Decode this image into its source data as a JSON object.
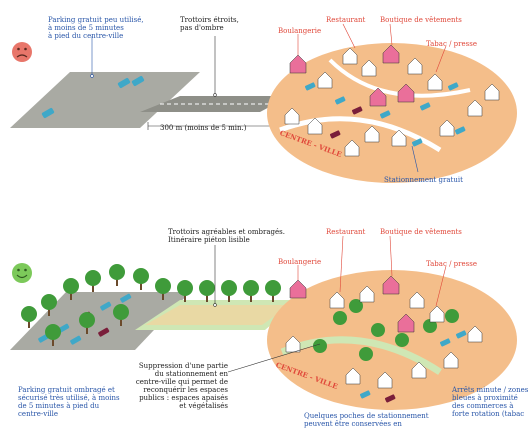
{
  "colors": {
    "parking_area": "#a9aaa3",
    "road": "#8e8f88",
    "town_zone": "#f4be8a",
    "street": "#ffffff",
    "house_white": "#ffffff",
    "house_pink": "#ea6f9a",
    "car": "#3fa8c8",
    "car_dark": "#7a1e3a",
    "tree_green": "#3f9b3a",
    "tree_trunk": "#6b4a2b",
    "sad_face": "#e8766a",
    "happy_face": "#7cc95a",
    "blue_label": "#2855a8",
    "red_label": "#e0483a"
  },
  "top_scene": {
    "face_icon": "sad-face-icon",
    "parking_label": "Parking gratuit peu utilisé,\nà moins de 5 minutes\nà pied du centre-ville",
    "sidewalk_label": "Trottoirs étroits,\npas d'ombre",
    "distance_label": "300 m (moins de 5 min.)",
    "boulangerie": "Boulangerie",
    "restaurant": "Restaurant",
    "boutique": "Boutique de vêtements",
    "tabac": "Tabac / presse",
    "centre_ville": "CENTRE - VILLE",
    "stationnement": "Stationnement gratuit"
  },
  "bottom_scene": {
    "face_icon": "happy-face-icon",
    "sidewalk_label": "Trottoirs agréables et ombragés.\nItinéraire piéton lisible",
    "restaurant": "Restaurant",
    "boutique": "Boutique de vêtements",
    "boulangerie": "Boulangerie",
    "tabac": "Tabac / presse",
    "parking_label": "Parking gratuit ombragé et\nsécurisé très utilisé, à moins\nde 5 minutes à pied du\ncentre-ville",
    "suppression_label": "Suppression d'une partie\ndu stationnement en\ncentre-ville qui permet de\nreconquérir les espaces\npublics : espaces apaisés\net végétalisés",
    "centre_ville": "CENTRE - VILLE",
    "poches_label": "Quelques poches de stationnement\npeuvent être conservées en",
    "arrets_label": "Arrêts minute / zones\nbleues à proximité\ndes commerces à\nforte rotation (tabac"
  }
}
